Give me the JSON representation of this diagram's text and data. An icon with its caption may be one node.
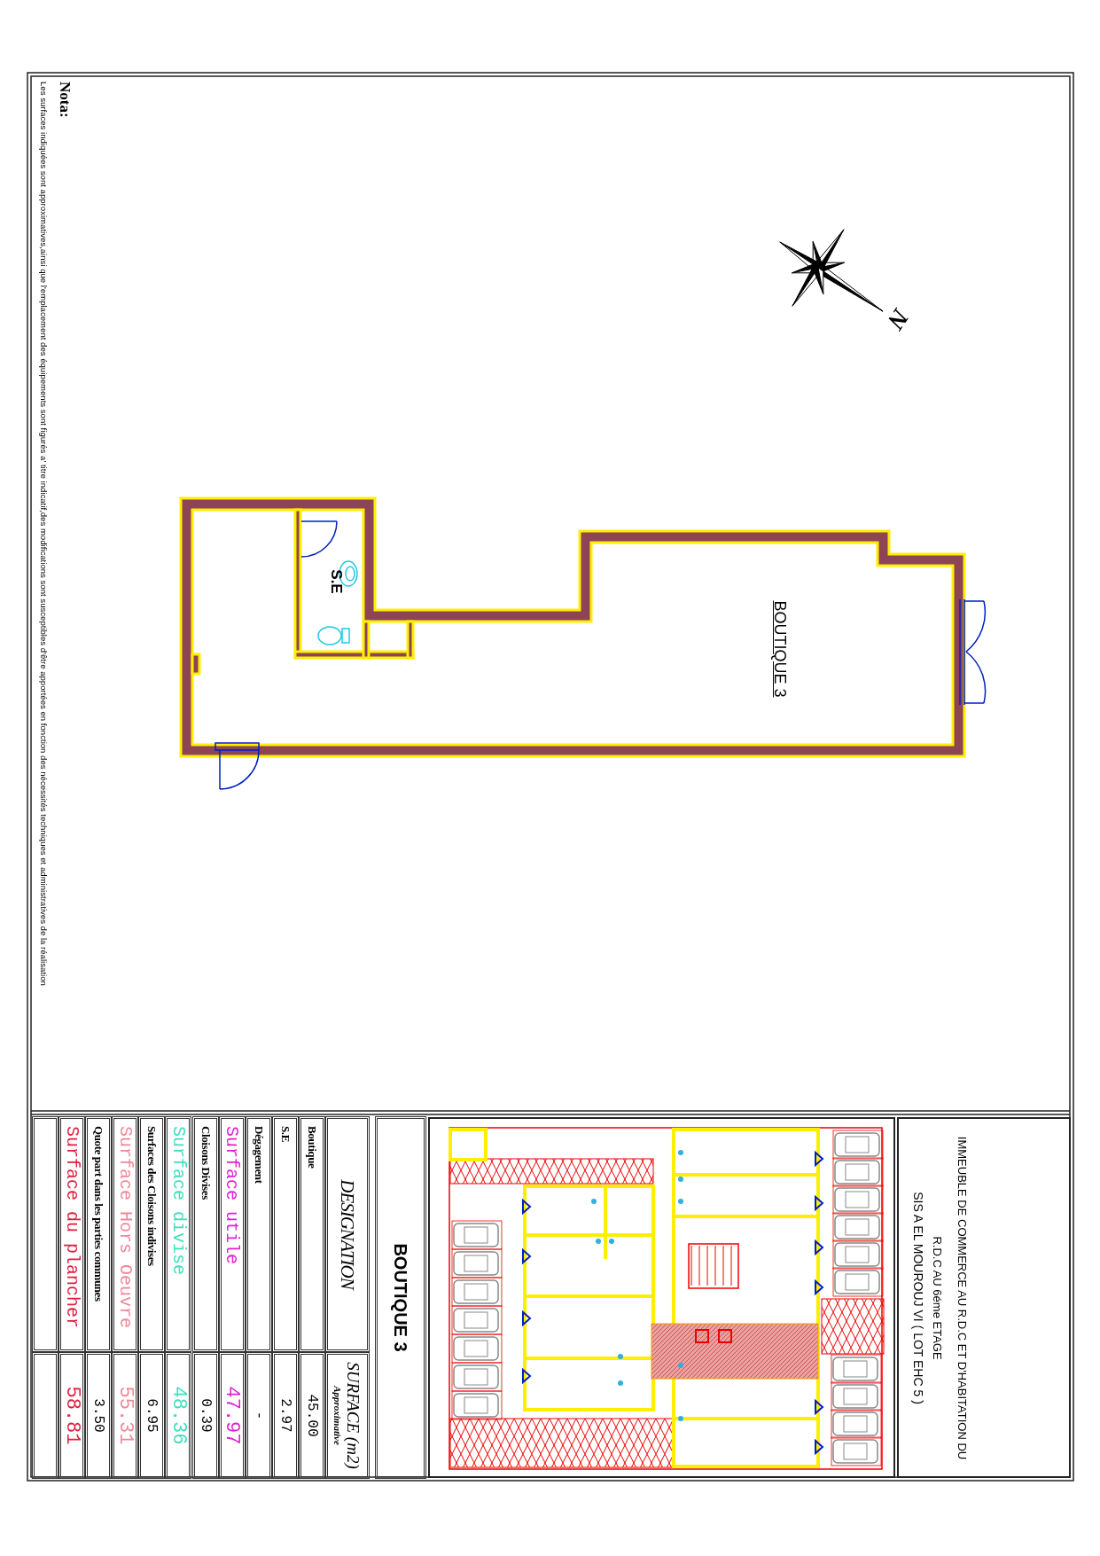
{
  "diagram": {
    "nodes": [
      {
        "text": [
          "BOUTIQUE 3"
        ]
      },
      {
        "text": [
          "S.E"
        ],
        "in": 0
      }
    ],
    "labels": [
      "Nota:",
      "Les surfaces indiquées sont approximatives,ainsi que l'emplacement des équipements sont figurés a' titre indicatif,des modifications sont susceptibles d'être apportées en fonction des nécessités techniques et administratives de la réalisation",
      "N",
      "IMMEUBLE DE COMMERCE AU R.D.C ET D'HABITATION DU R.D.C AU 6éme ETAGE",
      "SIS A EL MOUROUJ VI ( LOT EHC 5 )",
      "BOUTIQUE 3",
      "DESIGNATION",
      "SURFACE (m2)",
      "Approximative",
      "Boutique",
      "45.00",
      "S.E",
      "2.97",
      "Dégagement",
      "-",
      "Surface utile",
      "47.97",
      "Cloisons Divises",
      "0.39",
      "Surface divise",
      "48.36",
      "Surfaces des Cloisons indivises",
      "6.95",
      "Surface Hors Oeuvre",
      "55.31",
      "Quote part dans les parties communes",
      "3.50",
      "Surface du plancher",
      "58.81"
    ]
  }
}
